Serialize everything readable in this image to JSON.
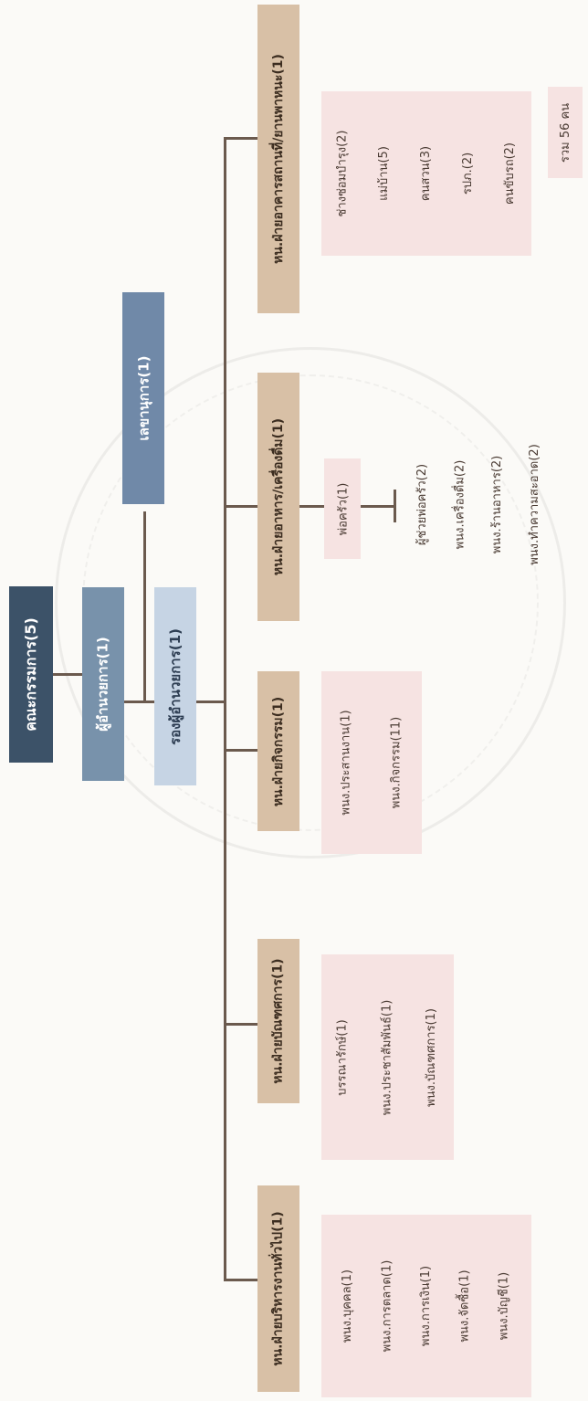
{
  "top": {
    "committee": "คณะกรรมการ(5)",
    "director": "ผู้อำนวยการ(1)",
    "deputy": "รองผู้อำนวยการ(1)",
    "secretary": "เลขานุการ(1)"
  },
  "departments": [
    {
      "head": "หน.ฝ่ายบริหารงานทั่วไป(1)",
      "staff": [
        "พนง.บุคคล(1)",
        "พนง.การตลาด(1)",
        "พนง.การเงิน(1)",
        "พนง.จัดซื้อ(1)",
        "พนง.บัญชี(1)"
      ]
    },
    {
      "head": "หน.ฝ่ายบัณฑศการ(1)",
      "staff": [
        "บรรณารักษ์(1)",
        "พนง.ประชาสัมพันธ์(1)",
        "พนง.บัณฑศการ(1)"
      ]
    },
    {
      "head": "หน.ฝ่ายกิจกรรม(1)",
      "staff": [
        "พนง.ประสานงาน(1)",
        "พนง.กิจกรรม(11)"
      ]
    },
    {
      "head": "หน.ฝ่ายอาหาร/เครื่องดื่ม(1)",
      "chef": "พ่อครัว(1)",
      "staff": [
        "ผู้ช่วยพ่อครัว(2)",
        "พนง.เครื่องดื่ม(2)",
        "พนง.ร้านอาหาร(2)",
        "พนง.ทำความสะอาด(2)"
      ]
    },
    {
      "head": "หน.ฝ่ายอาคารสถานที่/ยานพาหนะ(1)",
      "staff": [
        "ช่างซ่อมบำรุง(2)",
        "แม่บ้าน(5)",
        "คนสวน(3)",
        "รปภ.(2)",
        "คนขับรถ(2)"
      ]
    }
  ],
  "total": "รวม 56 คน",
  "colors": {
    "line": "#6b5a4e",
    "committee": "#3c5268",
    "director": "#7892ab",
    "deputy": "#c6d4e4",
    "secretary": "#7089a8",
    "head": "#d8c0a6",
    "staff_panel": "#f6e3e2"
  }
}
